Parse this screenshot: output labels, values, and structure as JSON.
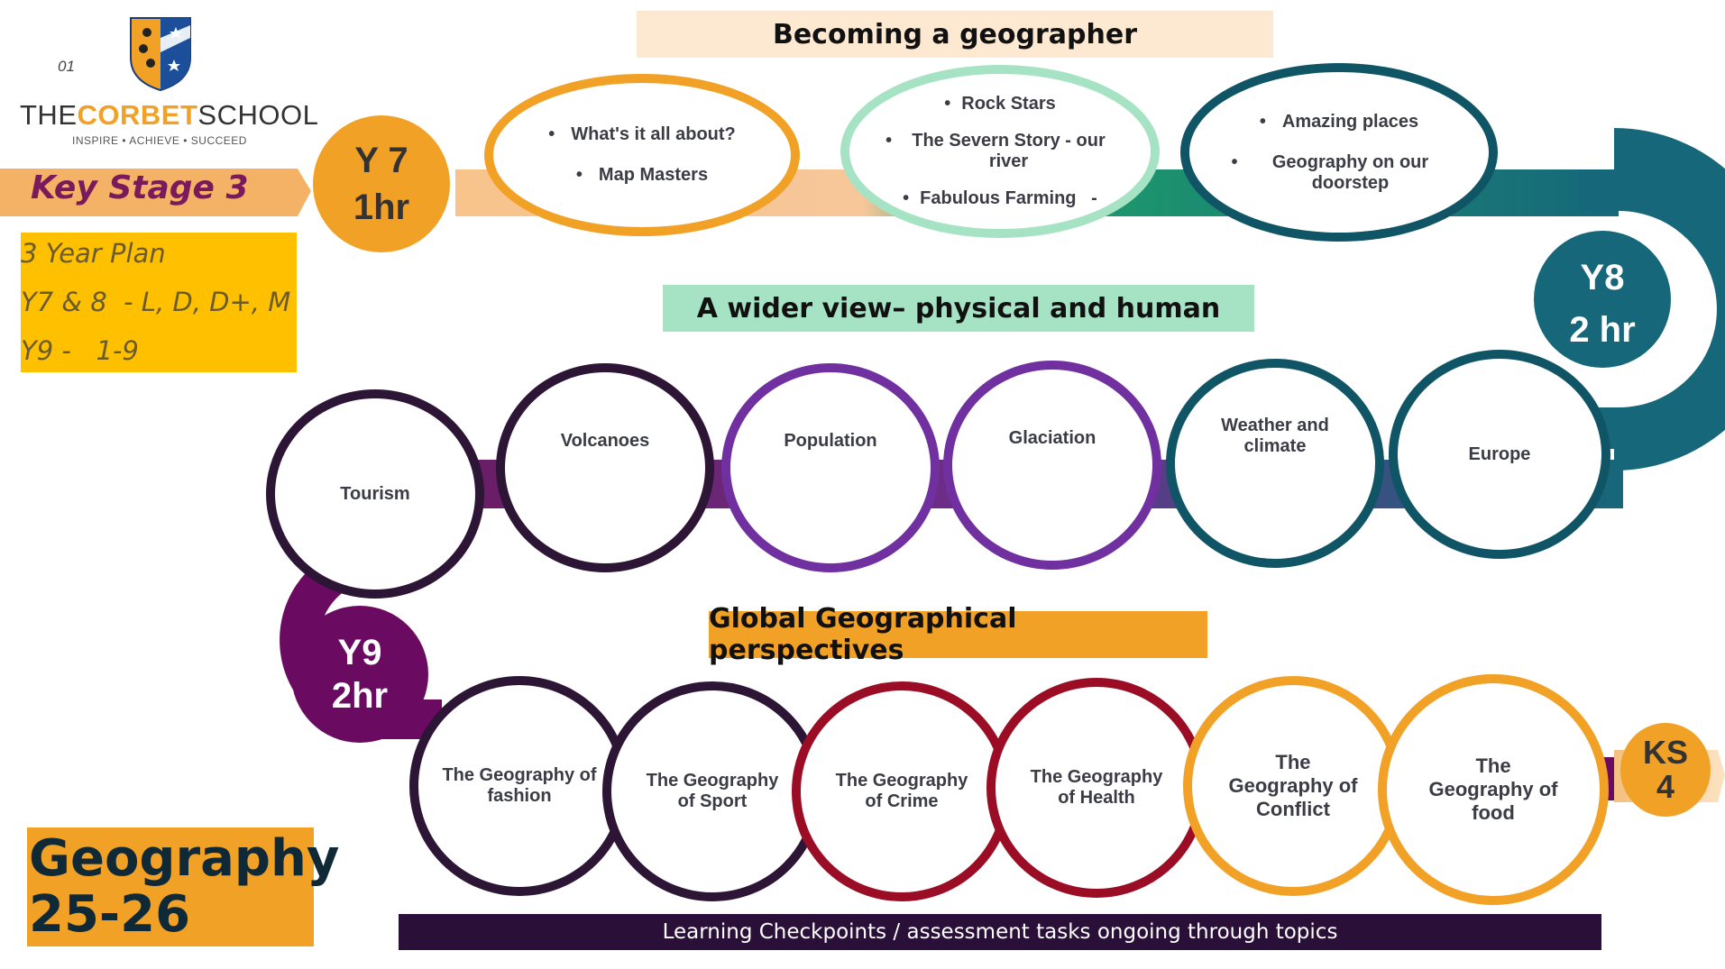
{
  "page_number": "01",
  "logo": {
    "name_part1": "THE",
    "name_part2": "CORBET",
    "name_part3": "SCHOOL",
    "tagline": "INSPIRE • ACHIEVE • SUCCEED"
  },
  "key_stage": "Key Stage 3",
  "plan_box": {
    "line1": "3 Year Plan",
    "line2": "Y7 & 8  - L, D, D+, M",
    "line3": "Y9 -   1-9"
  },
  "subject_box": {
    "line1": "Geography",
    "line2": "25-26"
  },
  "years": {
    "y7": {
      "label": "Y 7",
      "hours": "1hr"
    },
    "y8": {
      "label": "Y8",
      "hours": "2 hr"
    },
    "y9": {
      "label": "Y9",
      "hours": "2hr"
    },
    "ks4": {
      "label": "KS",
      "number": "4"
    }
  },
  "row1": {
    "title": "Becoming a geographer",
    "groups": [
      {
        "items": [
          "What's it all about?",
          "Map Masters"
        ]
      },
      {
        "items": [
          "Rock Stars",
          "The Severn Story - our river",
          "Fabulous Farming   -"
        ]
      },
      {
        "items": [
          "Amazing places",
          "Geography on our doorstep"
        ]
      }
    ]
  },
  "row2": {
    "title": "A wider view– physical and human",
    "topics": [
      "Tourism",
      "Volcanoes",
      "Population",
      "Glaciation",
      "Weather and climate",
      "Europe"
    ]
  },
  "row3": {
    "title": "Global Geographical perspectives",
    "topics": [
      "The Geography of fashion",
      "The Geography of Sport",
      "The Geography of Crime",
      "The Geography of Health",
      "The Geography of Conflict",
      "The Geography of food"
    ]
  },
  "footer": "Learning Checkpoints / assessment tasks ongoing through topics",
  "colors": {
    "orange": "#f2a127",
    "mint": "#a6e3c4",
    "teal": "#16677a",
    "dark_purple": "#2d1536",
    "purple": "#7030a0",
    "crimson": "#9a0d24",
    "magenta": "#6a0a60",
    "yellow": "#ffc000",
    "key_stage_text": "#7a1a5a",
    "banner_cream": "#fde9d2"
  }
}
